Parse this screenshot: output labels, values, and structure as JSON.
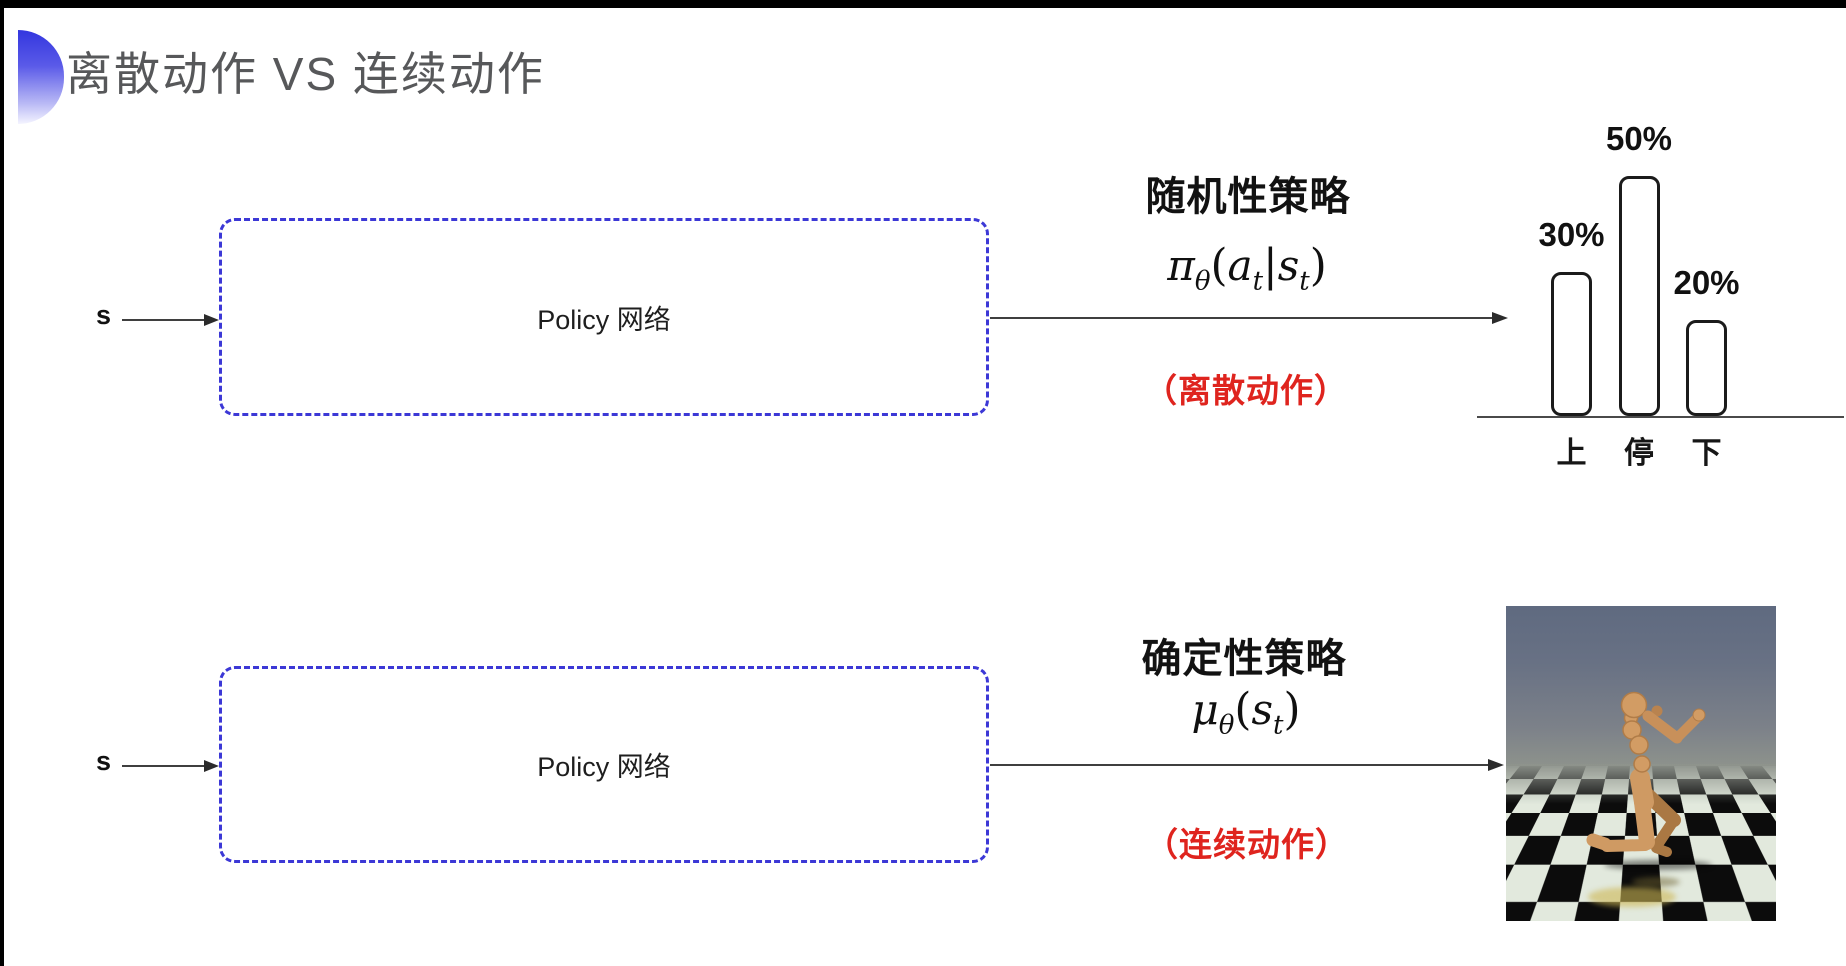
{
  "colors": {
    "accent_blue": "#3c38d6",
    "title_gray": "#57585a",
    "text_black": "#121212",
    "note_red": "#df241e",
    "arrow_gray": "#3f3f3f"
  },
  "title": "离散动作 VS 连续动作",
  "rows": [
    {
      "input_label": "s",
      "box_label": "Policy 网络",
      "policy_type_label": "随机性策略",
      "formula": [
        {
          "t": "π"
        },
        {
          "t": "θ",
          "sub": 1
        },
        {
          "t": "(",
          "up": 1
        },
        {
          "t": "a"
        },
        {
          "t": "t",
          "sub": 1
        },
        {
          "t": "|",
          "up": 1
        },
        {
          "t": "s"
        },
        {
          "t": "t",
          "sub": 1
        },
        {
          "t": ")",
          "up": 1
        }
      ],
      "action_note": "（离散动作）"
    },
    {
      "input_label": "s",
      "box_label": "Policy 网络",
      "policy_type_label": "确定性策略",
      "formula": [
        {
          "t": "μ"
        },
        {
          "t": "θ",
          "sub": 1
        },
        {
          "t": "(",
          "up": 1
        },
        {
          "t": "s"
        },
        {
          "t": "t",
          "sub": 1
        },
        {
          "t": ")",
          "up": 1
        }
      ],
      "action_note": "（连续动作）"
    }
  ],
  "chart_data": {
    "type": "bar",
    "categories": [
      "上",
      "停",
      "下"
    ],
    "values": [
      30,
      50,
      20
    ],
    "value_labels": [
      "30%",
      "50%",
      "20%"
    ],
    "title": "",
    "xlabel": "",
    "ylabel": "",
    "ylim": [
      0,
      55
    ],
    "grid": false,
    "legend": false,
    "bar_style": "outlined rounded rectangles, white fill, black stroke"
  },
  "robot_panel": {
    "depicts": "mujoco-humanoid-on-checkerboard-floor",
    "sky_top": "#5f6a80",
    "sky_horizon": "#8e938c",
    "tile_light": "#e2e9dd",
    "tile_dark": "#0c0c0c",
    "body_color": "#cf9a63"
  }
}
